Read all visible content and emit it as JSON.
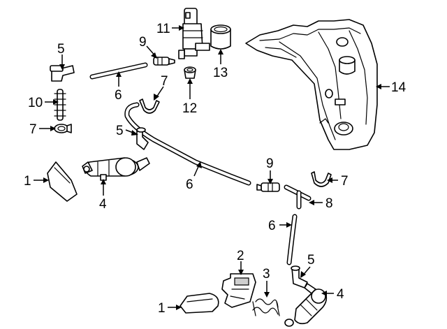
{
  "callouts": [
    {
      "id": "c5a",
      "text": "5"
    },
    {
      "id": "c10",
      "text": "10"
    },
    {
      "id": "c7a",
      "text": "7"
    },
    {
      "id": "c6a",
      "text": "6"
    },
    {
      "id": "c9a",
      "text": "9"
    },
    {
      "id": "c11",
      "text": "11"
    },
    {
      "id": "c13",
      "text": "13"
    },
    {
      "id": "c7b",
      "text": "7"
    },
    {
      "id": "c12",
      "text": "12"
    },
    {
      "id": "c14",
      "text": "14"
    },
    {
      "id": "c5b",
      "text": "5"
    },
    {
      "id": "c1a",
      "text": "1"
    },
    {
      "id": "c4a",
      "text": "4"
    },
    {
      "id": "c6b",
      "text": "6"
    },
    {
      "id": "c9b",
      "text": "9"
    },
    {
      "id": "c7c",
      "text": "7"
    },
    {
      "id": "c8",
      "text": "8"
    },
    {
      "id": "c6c",
      "text": "6"
    },
    {
      "id": "c2",
      "text": "2"
    },
    {
      "id": "c5c",
      "text": "5"
    },
    {
      "id": "c3",
      "text": "3"
    },
    {
      "id": "c4b",
      "text": "4"
    },
    {
      "id": "c1b",
      "text": "1"
    }
  ]
}
